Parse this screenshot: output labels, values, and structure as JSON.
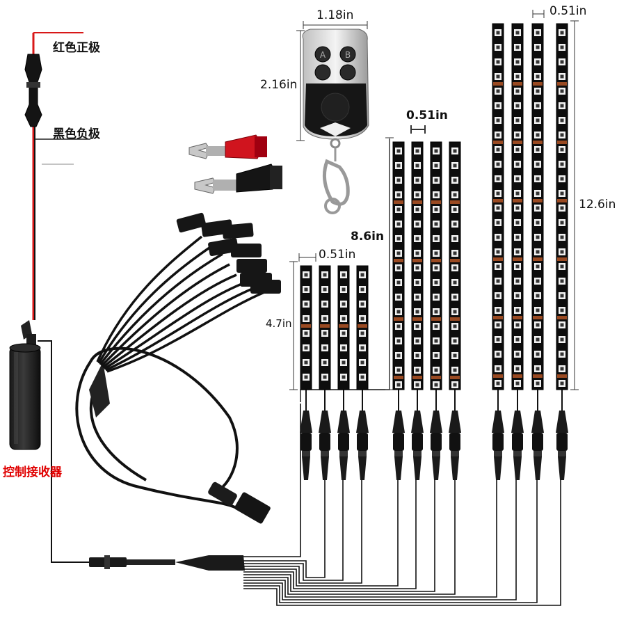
{
  "labels": {
    "red_positive": "红色正极",
    "black_negative": "黑色负极",
    "receiver": "控制接收器"
  },
  "dimensions": {
    "remote_width": "1.18in",
    "remote_height": "2.16in",
    "short_strip_width": "0.51in",
    "short_strip_length": "4.7in",
    "medium_strip_width": "0.51in",
    "medium_strip_length": "8.6in",
    "long_strip_width": "0.51in",
    "long_strip_length": "12.6in"
  },
  "remote": {
    "buttons": [
      "A",
      "B",
      "",
      ""
    ]
  },
  "colors": {
    "wire_red": "#d81818",
    "wire_black": "#111111",
    "strip": "#0d0d0d",
    "chip": "#f2f2f2",
    "resistor_band": "#9a4a22",
    "label_red": "#e00000"
  }
}
